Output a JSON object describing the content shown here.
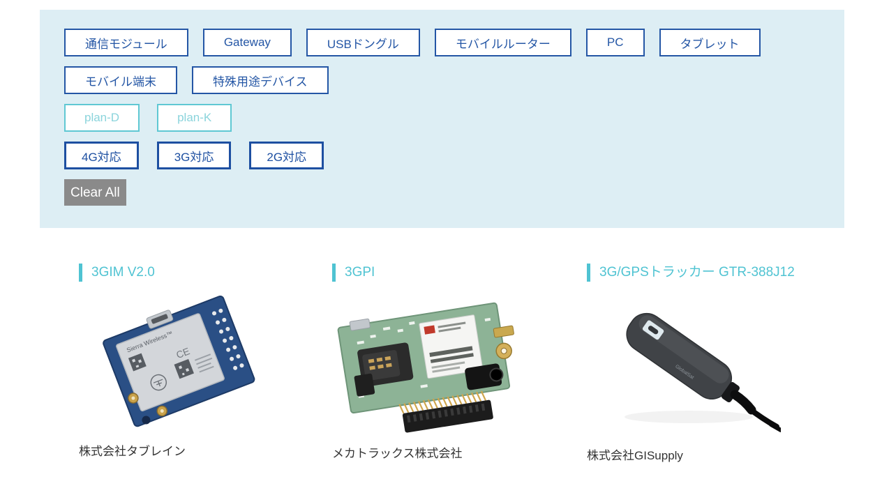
{
  "filters": {
    "row1": [
      "通信モジュール",
      "Gateway",
      "USBドングル",
      "モバイルルーター",
      "PC",
      "タブレット"
    ],
    "row2": [
      "モバイル端末",
      "特殊用途デバイス"
    ],
    "plans": [
      "plan-D",
      "plan-K"
    ],
    "networks": [
      "4G対応",
      "3G対応",
      "2G対応"
    ],
    "clear_all": "Clear All"
  },
  "products": [
    {
      "title": "3GIM V2.0",
      "company": "株式会社タブレイン",
      "image": "blue-cellular-module-board",
      "image_texts": {
        "brand": "Sierra Wireless™",
        "ce": "CE"
      }
    },
    {
      "title": "3GPI",
      "company": "メカトラックス株式会社",
      "image": "green-3g-raspberry-pi-board"
    },
    {
      "title": "3G/GPSトラッカー GTR-388J12",
      "company": "株式会社GISupply",
      "image": "black-gps-tracker-device",
      "image_texts": {
        "brand": "GlobalSat"
      }
    }
  ],
  "colors": {
    "panel_bg": "#ddeef4",
    "category_blue": "#2456a5",
    "network_blue": "#1d4fa1",
    "plan_teal_border": "#5fc8d3",
    "plan_teal_text": "#8bd4dc",
    "title_teal": "#4fc3d2",
    "clear_gray": "#8a8a8a",
    "company_text": "#333333"
  }
}
